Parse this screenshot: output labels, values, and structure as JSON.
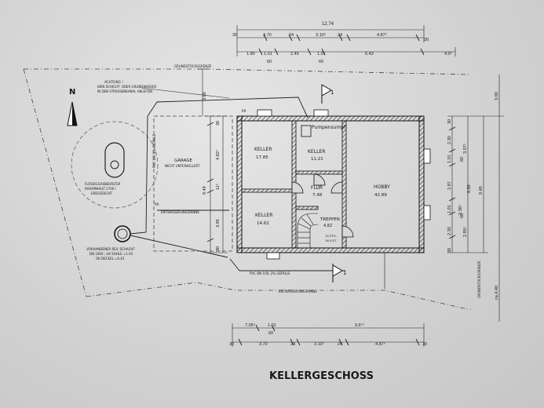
{
  "title": "KELLERGESCHOSS",
  "site": {
    "boundary_label": "GRUNDSTÜCKSGRENZE",
    "boundary_label_right": "GRUNDSTÜCKSGRENZE",
    "note_line1": "ACHTUNG !",
    "note_line2": "KEIN SCHICHT- ODER GRUNDWASSER",
    "note_line3": "IN DEN STRASSENKANAL ABLEITEN",
    "north": "N",
    "tank_line1": "FLÜSSIGGASBEHÄLTER",
    "tank_line2": "RAUMINHALT  2700 l",
    "tank_line3": "ERDGEDECKT",
    "pipe_left": "PVC 100 2% GEFÄLLE",
    "pipe_bottom": "PVC DN 100, 2% GEFÄLLE",
    "drain_left": "ENTWÄSSERUNGSRINNE",
    "drain_bottom": "ENTWÄSSERUNGSRINNE",
    "manhole_line1": "VORHANDENER REV. SCHACHT",
    "manhole_line2": "DN 1000 ; UK SOHLE =1.93",
    "manhole_line3": "OK DECKEL =0.43",
    "rr": "RR",
    "section_mark": "1"
  },
  "rooms": {
    "garage_name": "GARAGE",
    "garage_note": "NICHT UNTERKELLERT",
    "keller1_name": "KELLER",
    "keller1_area": "17.85",
    "keller2_name": "KELLER",
    "keller2_area": "11.21",
    "keller3_name": "KELLER",
    "keller3_area": "14.62",
    "flur_name": "FLUR",
    "flur_area": "7.48",
    "hobby_name": "HOBBY",
    "hobby_area": "42.89",
    "treppen_name": "TREPPEN",
    "treppen_area": "4.82",
    "pumpe": "Pumpensumpf",
    "stair_note1": "14 STG.",
    "stair_note2": "16.5/27"
  },
  "dims_top": {
    "overall": "12.74",
    "r1": [
      "30",
      "3.70",
      "24",
      "3.10⁵",
      "24",
      "4.87⁵",
      "30"
    ],
    "r2": [
      "1.80",
      "1.01",
      "2.49",
      "1.01",
      "6.43",
      "4.0⁵"
    ],
    "r2b": [
      "60",
      "60"
    ]
  },
  "dims_bottom": {
    "r1": [
      "7.05⁵",
      "1.01",
      "9.6⁷⁵"
    ],
    "r1b": "60",
    "r2": [
      "30",
      "3.70",
      "24",
      "3.10⁵",
      "24",
      "4.87⁵",
      "30"
    ]
  },
  "dims_left": {
    "v1": "3.00",
    "v2": [
      "30",
      "4.82⁵",
      "11⁵",
      "3.95",
      "30"
    ],
    "v3": "9.49"
  },
  "dims_right": {
    "v1": [
      "30",
      "2.30",
      "1.01",
      "2.87",
      "1.01",
      "2.30",
      "30"
    ],
    "v1b": [
      "60",
      "60"
    ],
    "v2": [
      "3.57⁵",
      "8.89",
      "2.95⁵"
    ],
    "v2b": "2.36⁵",
    "v3": "9.49",
    "v4": "3.00",
    "v5": "ca.4.40"
  }
}
